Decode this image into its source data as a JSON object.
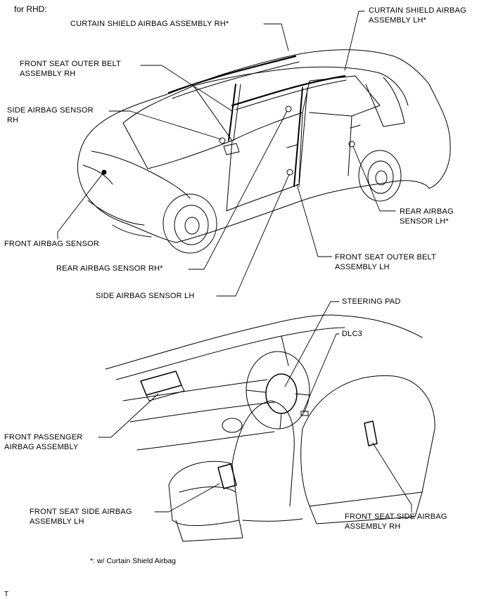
{
  "header": {
    "text": "for RHD:"
  },
  "labels": {
    "curtain_rh": "CURTAIN SHIELD AIRBAG ASSEMBLY RH*",
    "curtain_lh_l1": "CURTAIN SHIELD AIRBAG",
    "curtain_lh_l2": "ASSEMBLY LH*",
    "front_belt_rh_l1": "FRONT SEAT OUTER BELT",
    "front_belt_rh_l2": "ASSEMBLY RH",
    "side_sensor_rh_l1": "SIDE AIRBAG SENSOR",
    "side_sensor_rh_l2": "RH",
    "front_airbag_sensor": "FRONT AIRBAG SENSOR",
    "rear_sensor_rh": "REAR AIRBAG SENSOR RH*",
    "side_sensor_lh": "SIDE AIRBAG SENSOR LH",
    "rear_sensor_lh_l1": "REAR AIRBAG",
    "rear_sensor_lh_l2": "SENSOR LH*",
    "front_belt_lh_l1": "FRONT SEAT OUTER BELT",
    "front_belt_lh_l2": "ASSEMBLY LH",
    "steering_pad": "STEERING PAD",
    "dlc3": "DLC3",
    "passenger_airbag_l1": "FRONT PASSENGER",
    "passenger_airbag_l2": "AIRBAG ASSEMBLY",
    "seat_side_lh_l1": "FRONT SEAT SIDE AIRBAG",
    "seat_side_lh_l2": "ASSEMBLY LH",
    "seat_side_rh_l1": "FRONT SEAT SIDE AIRBAG",
    "seat_side_rh_l2": "ASSEMBLY RH"
  },
  "footnote": "*: w/ Curtain Shield Airbag",
  "corner_code": "T"
}
